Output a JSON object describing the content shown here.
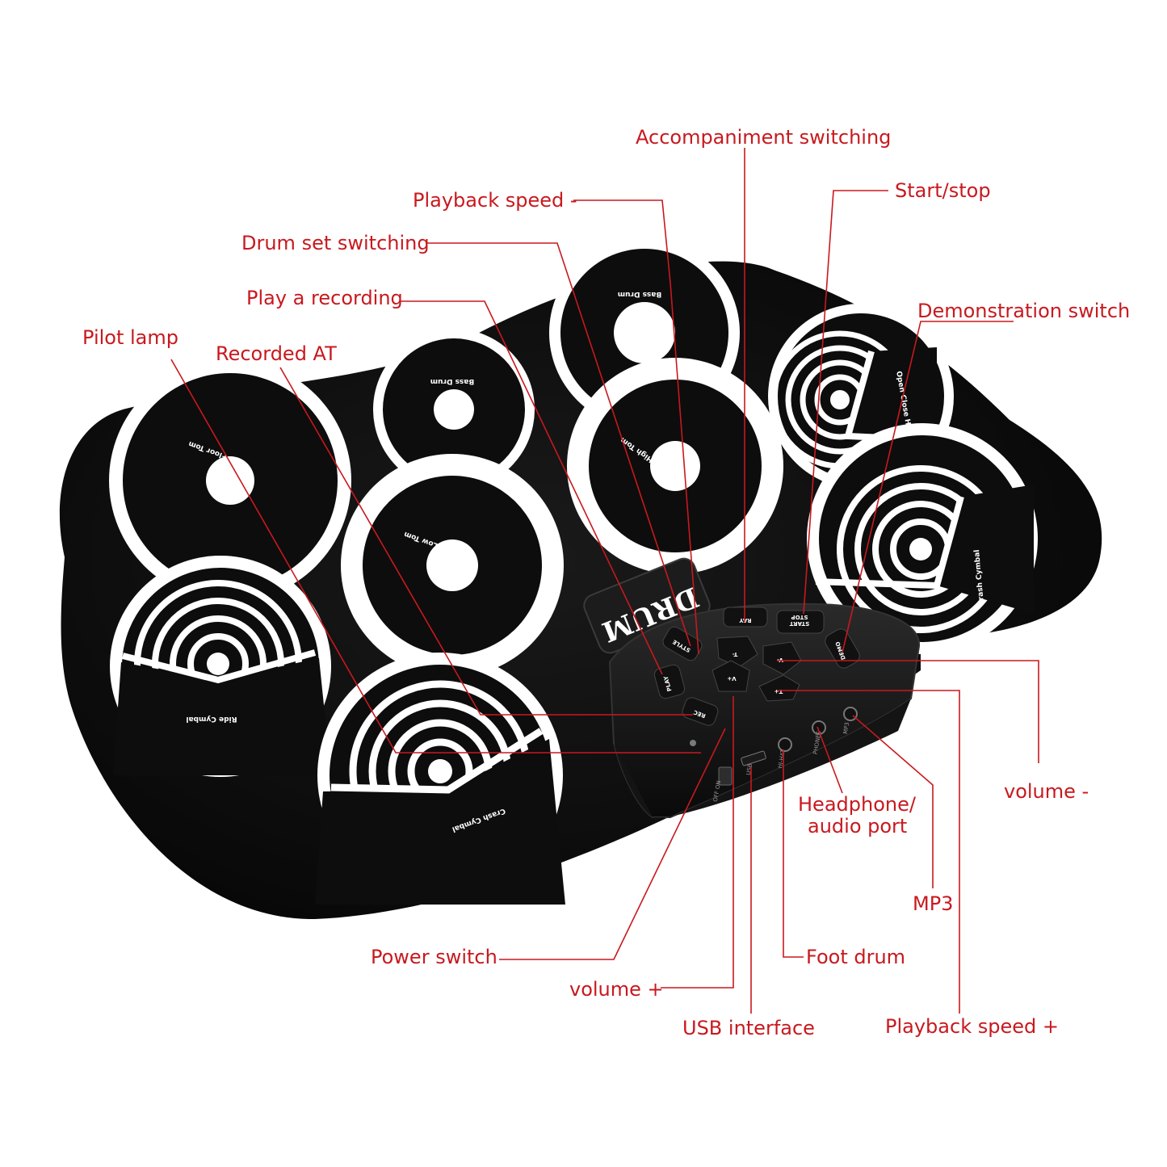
{
  "product": {
    "logo": "DRUM",
    "pads": {
      "bass_drum_top": "Bass Drum",
      "bass_drum": "Bass Drum",
      "floor_tom": "Floor Tom",
      "low_tom": "Low Tom",
      "high_tom": "High Tom",
      "open_close_hihat": "Open Close Hi-hat",
      "crash_cymbal_right": "Crash Cymbal",
      "ride_cymbal": "Ride Cymbal",
      "crash_cymbal_front": "Crash Cymbal"
    },
    "buttons": {
      "play": "PLAY",
      "style": "STYLE",
      "rec": "REC",
      "t_minus": "T-",
      "t_plus": "T+",
      "v_minus": "V-",
      "v_plus": "V+",
      "ray": "RAY",
      "start_stop_line1": "START",
      "start_stop_line2": "STOP",
      "demo": "DEMO"
    },
    "ports": {
      "off_on": "OFF ON",
      "usb": "USB",
      "hihat": "HI-HAT",
      "phones": "PHONES",
      "mp3": "MP3"
    }
  },
  "callouts": {
    "accompaniment_switching": "Accompaniment switching",
    "playback_speed_minus": "Playback speed -",
    "start_stop": "Start/stop",
    "drum_set_switching": "Drum set switching",
    "play_a_recording": "Play a recording",
    "demonstration_switch": "Demonstration switch",
    "pilot_lamp": "Pilot lamp",
    "recorded_at": "Recorded AT",
    "volume_minus": "volume -",
    "headphone_line1": "Headphone/",
    "headphone_line2": "audio port",
    "mp3": "MP3",
    "power_switch": "Power switch",
    "foot_drum": "Foot drum",
    "volume_plus": "volume +",
    "usb_interface": "USB interface",
    "playback_speed_plus": "Playback speed +"
  },
  "colors": {
    "callout_red": "#c8191e",
    "mat_black": "#0d0d0d",
    "ring_white": "#ffffff"
  }
}
